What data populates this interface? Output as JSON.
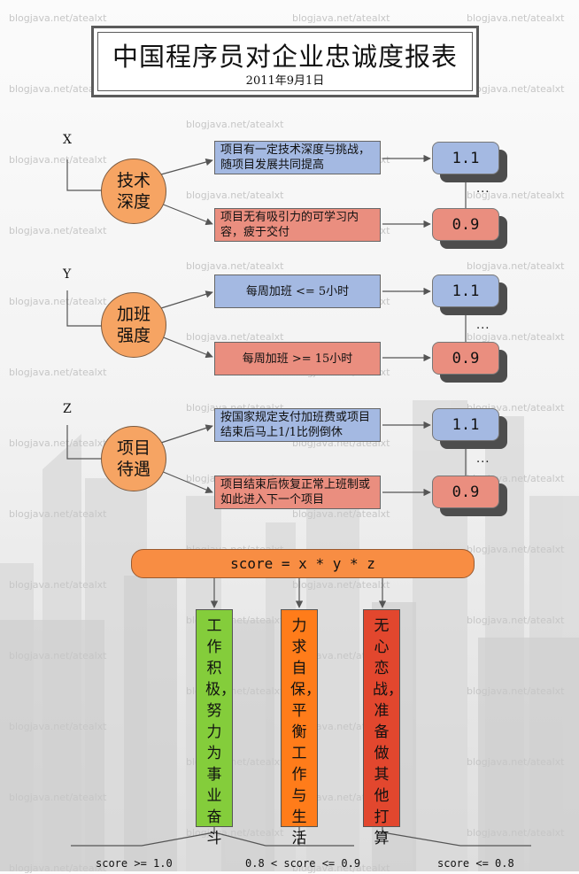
{
  "title": "中国程序员对企业忠诚度报表",
  "date": "2011年9月1日",
  "watermark": "blogjava.net/atealxt",
  "factors": [
    {
      "letter": "X",
      "name_line1": "技术",
      "name_line2": "深度",
      "high_condition": "项目有一定技术深度与挑战，随项目发展共同提高",
      "low_condition": "项目无有吸引力的可学习内容，疲于交付",
      "high_value": "1.1",
      "low_value": "0.9",
      "ellipsis": "..."
    },
    {
      "letter": "Y",
      "name_line1": "加班",
      "name_line2": "强度",
      "high_condition": "每周加班 <= 5小时",
      "low_condition": "每周加班 >= 15小时",
      "high_value": "1.1",
      "low_value": "0.9",
      "ellipsis": "..."
    },
    {
      "letter": "Z",
      "name_line1": "项目",
      "name_line2": "待遇",
      "high_condition": "按国家规定支付加班费或项目结束后马上1/1比例倒休",
      "low_condition": "项目结束后恢复正常上班制或如此进入下一个项目",
      "high_value": "1.1",
      "low_value": "0.9",
      "ellipsis": "..."
    }
  ],
  "formula": "score = x * y * z",
  "outcomes": [
    {
      "text": "工作积极，努力为事业奋斗",
      "condition": "score >= 1.0",
      "color": "#84cd3b"
    },
    {
      "text": "力求自保，平衡工作与生活",
      "condition": "0.8 < score <= 0.9",
      "color": "#ff7c1a"
    },
    {
      "text": "无心恋战，准备做其他打算",
      "condition": "score <= 0.8",
      "color": "#e2472e"
    }
  ],
  "colors": {
    "high_box": "#a4b9e2",
    "low_box": "#ea8e7f",
    "circle": "#f6a463",
    "formula": "#f88d43"
  }
}
